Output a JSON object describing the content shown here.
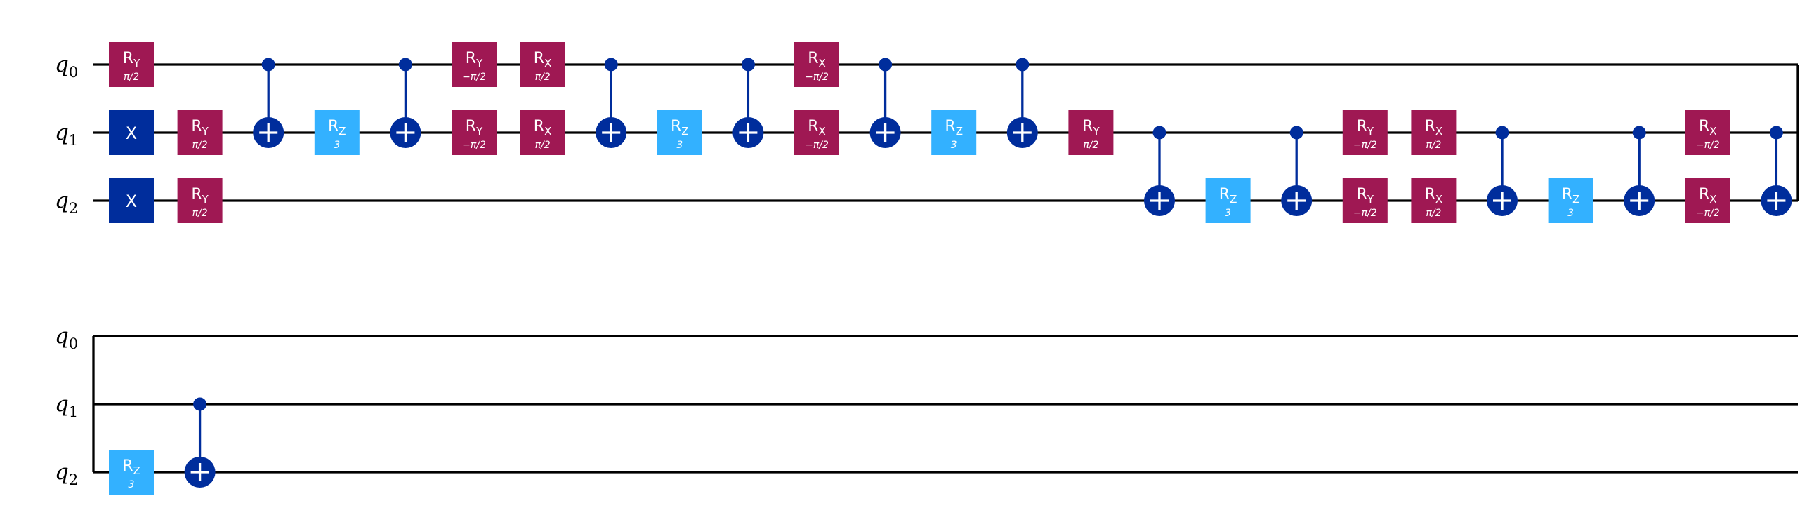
{
  "colors": {
    "background": "#ffffff",
    "wire": "#000000",
    "ry_rx_gate": "#9f1853",
    "rz_gate": "#33b1ff",
    "x_gate": "#002d9c",
    "cnot": "#002d9c",
    "gate_text": "#ffffff"
  },
  "diagram": {
    "type": "quantum-circuit",
    "qubits": [
      "q0",
      "q1",
      "q2"
    ],
    "qubit_labels": [
      {
        "base": "q",
        "sub": "0"
      },
      {
        "base": "q",
        "sub": "1"
      },
      {
        "base": "q",
        "sub": "2"
      }
    ],
    "rows": [
      {
        "name": "row-1",
        "wire_end": "barrier-bracket",
        "gates": [
          {
            "type": "RY",
            "label": "R",
            "sub": "Y",
            "param": "π/2",
            "qubit": 0,
            "col": 0
          },
          {
            "type": "X",
            "label": "X",
            "qubit": 1,
            "col": 0
          },
          {
            "type": "X",
            "label": "X",
            "qubit": 2,
            "col": 0
          },
          {
            "type": "RY",
            "label": "R",
            "sub": "Y",
            "param": "π/2",
            "qubit": 1,
            "col": 1
          },
          {
            "type": "RY",
            "label": "R",
            "sub": "Y",
            "param": "π/2",
            "qubit": 2,
            "col": 1
          },
          {
            "type": "CX",
            "control": 0,
            "target": 1,
            "col": 2
          },
          {
            "type": "RZ",
            "label": "R",
            "sub": "Z",
            "param": "3",
            "qubit": 1,
            "col": 3
          },
          {
            "type": "CX",
            "control": 0,
            "target": 1,
            "col": 4
          },
          {
            "type": "RY",
            "label": "R",
            "sub": "Y",
            "param": "−π/2",
            "qubit": 0,
            "col": 5
          },
          {
            "type": "RY",
            "label": "R",
            "sub": "Y",
            "param": "−π/2",
            "qubit": 1,
            "col": 5
          },
          {
            "type": "RX",
            "label": "R",
            "sub": "X",
            "param": "π/2",
            "qubit": 0,
            "col": 6
          },
          {
            "type": "RX",
            "label": "R",
            "sub": "X",
            "param": "π/2",
            "qubit": 1,
            "col": 6
          },
          {
            "type": "CX",
            "control": 0,
            "target": 1,
            "col": 7
          },
          {
            "type": "RZ",
            "label": "R",
            "sub": "Z",
            "param": "3",
            "qubit": 1,
            "col": 8
          },
          {
            "type": "CX",
            "control": 0,
            "target": 1,
            "col": 9
          },
          {
            "type": "RX",
            "label": "R",
            "sub": "X",
            "param": "−π/2",
            "qubit": 0,
            "col": 10
          },
          {
            "type": "RX",
            "label": "R",
            "sub": "X",
            "param": "−π/2",
            "qubit": 1,
            "col": 10
          },
          {
            "type": "CX",
            "control": 0,
            "target": 1,
            "col": 11
          },
          {
            "type": "RZ",
            "label": "R",
            "sub": "Z",
            "param": "3",
            "qubit": 1,
            "col": 12
          },
          {
            "type": "CX",
            "control": 0,
            "target": 1,
            "col": 13
          },
          {
            "type": "RY",
            "label": "R",
            "sub": "Y",
            "param": "π/2",
            "qubit": 1,
            "col": 14
          },
          {
            "type": "CX",
            "control": 1,
            "target": 2,
            "col": 15
          },
          {
            "type": "RZ",
            "label": "R",
            "sub": "Z",
            "param": "3",
            "qubit": 2,
            "col": 16
          },
          {
            "type": "CX",
            "control": 1,
            "target": 2,
            "col": 17
          },
          {
            "type": "RY",
            "label": "R",
            "sub": "Y",
            "param": "−π/2",
            "qubit": 1,
            "col": 18
          },
          {
            "type": "RY",
            "label": "R",
            "sub": "Y",
            "param": "−π/2",
            "qubit": 2,
            "col": 18
          },
          {
            "type": "RX",
            "label": "R",
            "sub": "X",
            "param": "π/2",
            "qubit": 1,
            "col": 19
          },
          {
            "type": "RX",
            "label": "R",
            "sub": "X",
            "param": "π/2",
            "qubit": 2,
            "col": 19
          },
          {
            "type": "CX",
            "control": 1,
            "target": 2,
            "col": 20
          },
          {
            "type": "RZ",
            "label": "R",
            "sub": "Z",
            "param": "3",
            "qubit": 2,
            "col": 21
          },
          {
            "type": "CX",
            "control": 1,
            "target": 2,
            "col": 22
          },
          {
            "type": "RX",
            "label": "R",
            "sub": "X",
            "param": "−π/2",
            "qubit": 1,
            "col": 23
          },
          {
            "type": "RX",
            "label": "R",
            "sub": "X",
            "param": "−π/2",
            "qubit": 2,
            "col": 23
          },
          {
            "type": "CX",
            "control": 1,
            "target": 2,
            "col": 24
          }
        ]
      },
      {
        "name": "row-2",
        "wire_start": "barrier-bracket",
        "gates": [
          {
            "type": "RZ",
            "label": "R",
            "sub": "Z",
            "param": "3",
            "qubit": 2,
            "col": 0
          },
          {
            "type": "CX",
            "control": 1,
            "target": 2,
            "col": 1
          }
        ]
      }
    ]
  }
}
